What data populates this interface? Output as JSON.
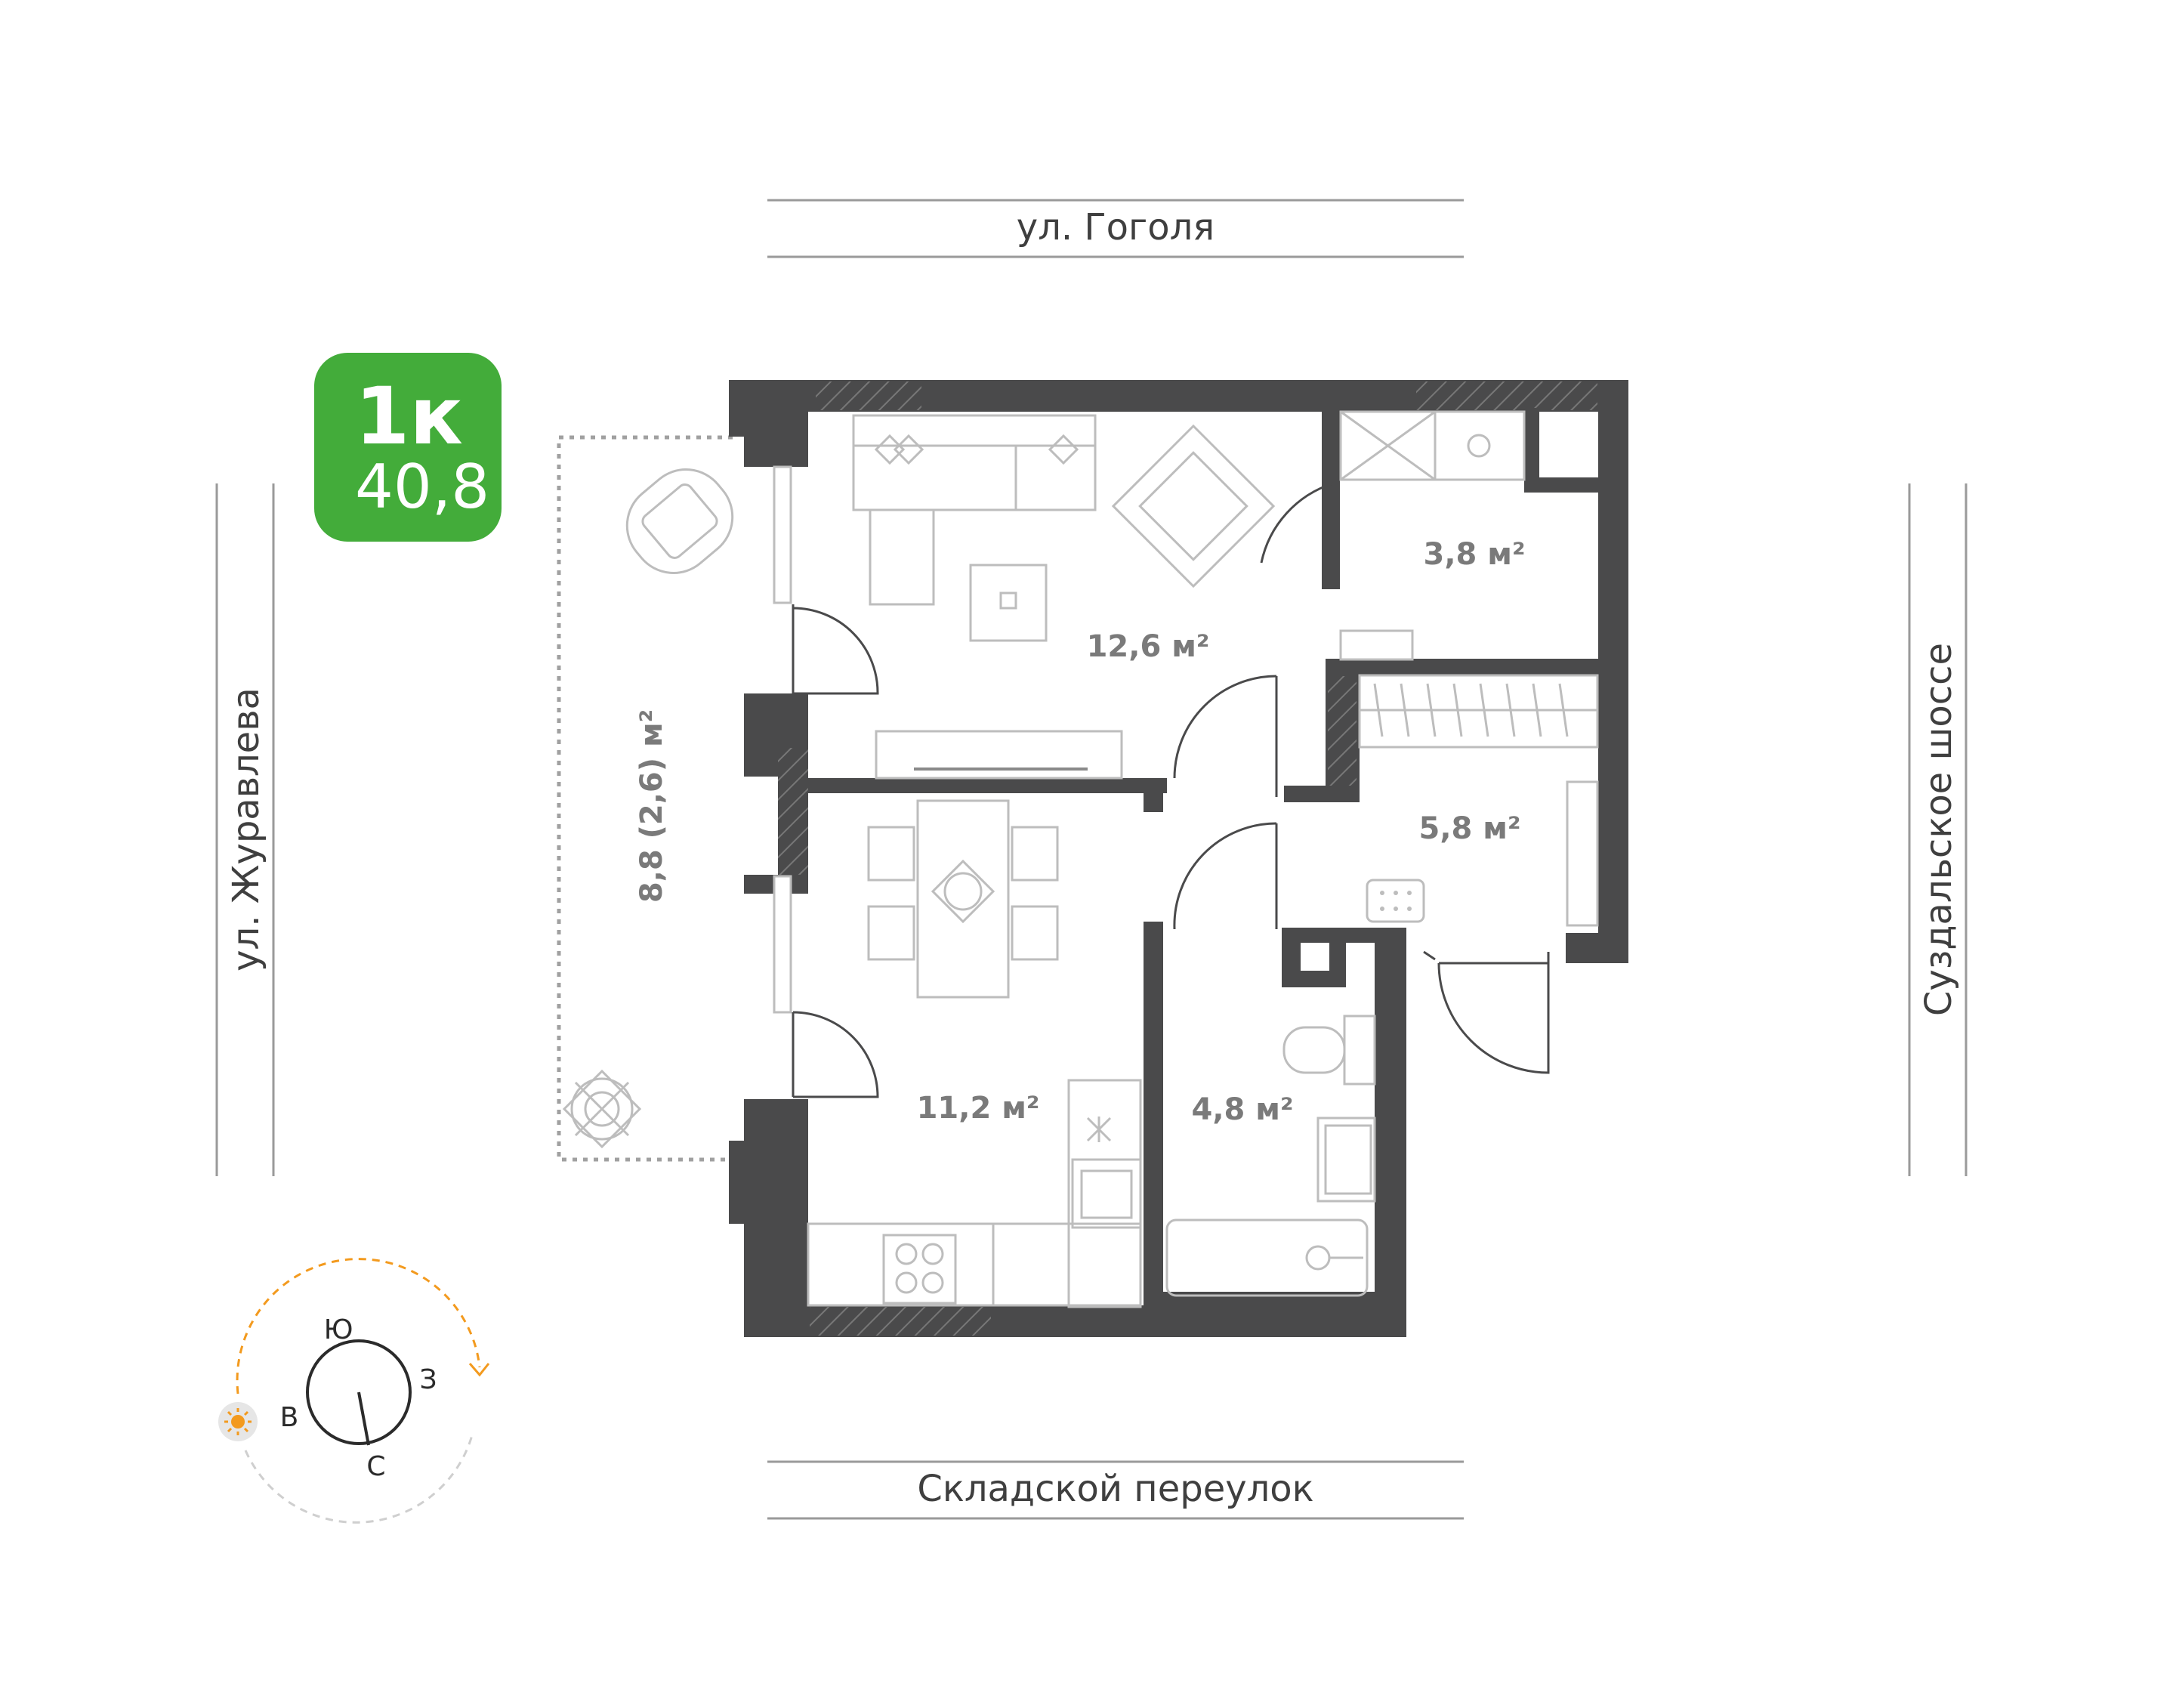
{
  "badge": {
    "rooms": "1к",
    "total_area": "40,8",
    "color": "#43ac3a"
  },
  "streets": {
    "top": "ул. Гоголя",
    "bottom": "Складской переулок",
    "left": "ул. Журавлева",
    "right": "Суздальское шоссе"
  },
  "rooms": {
    "living": "12,6 м²",
    "bathroom_small": "3,8 м²",
    "hall": "5,8 м²",
    "kitchen": "11,2 м²",
    "bathroom": "4,8 м²"
  },
  "balcony": "8,8 (2,6) м²",
  "compass": {
    "south": "Ю",
    "west": "З",
    "east": "В",
    "north": "С",
    "sun_color": "#f39a1e"
  },
  "icons": [
    "sun-icon",
    "armchair-icon",
    "sofa-icon",
    "table-icon",
    "plant-icon",
    "toilet-icon",
    "sink-icon",
    "bathtub-icon",
    "stove-icon",
    "wardrobe-icon"
  ]
}
